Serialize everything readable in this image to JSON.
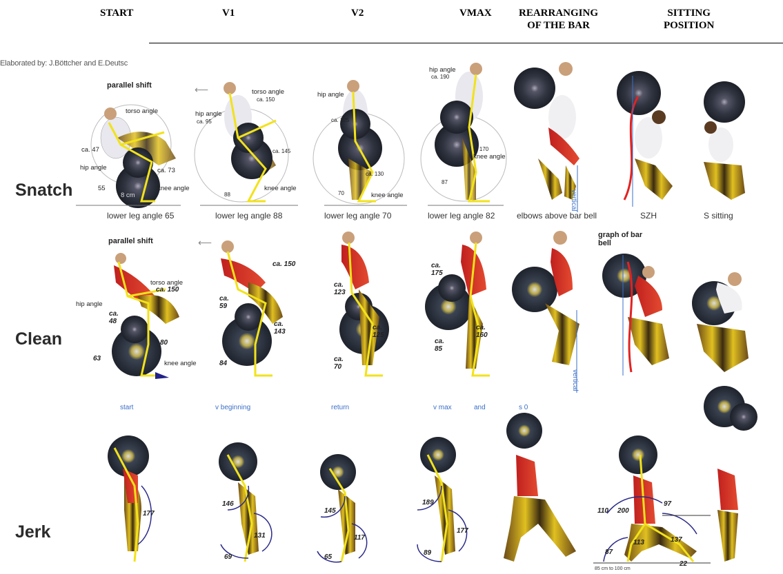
{
  "columns": [
    "START",
    "V1",
    "V2",
    "VMAX",
    "REARRANGING\nOF THE BAR",
    "SITTING\nPOSITION"
  ],
  "credit": "Elaborated by: J.Böttcher and E.Deutsc",
  "rows": {
    "snatch": "Snatch",
    "clean": "Clean",
    "jerk": "Jerk"
  },
  "snatch": {
    "parallel_shift": "parallel shift",
    "captions": [
      "lower leg angle 65",
      "lower leg angle 88",
      "lower leg angle 70",
      "lower leg angle 82",
      "elbows above bar bell",
      "SZH",
      "S sitting"
    ],
    "labels": {
      "torso_angle": "torso angle",
      "hip_angle": "hip angle",
      "knee_angle": "knee angle",
      "ca47": "ca. 47",
      "ca73": "ca. 73",
      "n55": "55",
      "weight": "8 cm",
      "ca150": "ca. 150",
      "ca95": "ca. 95",
      "ca145": "ca. 145",
      "n88": "88",
      "ca125": "ca. 125",
      "ca130": "ca. 130",
      "n70": "70",
      "ca190": "ca. 190",
      "gt170": "> 170",
      "n87": "87",
      "vertical": "vertical"
    }
  },
  "clean": {
    "parallel_shift": "parallel shift",
    "graph_of_bar": "graph of bar\nbell",
    "labels": {
      "torso_angle": "torso angle",
      "ca150a": "ca. 150",
      "hip_angle": "hip angle",
      "ca48": "ca.\n48",
      "n80": "80",
      "n63": "63",
      "knee_angle": "knee angle",
      "ca150b": "ca. 150",
      "ca59": "ca.\n59",
      "ca143": "ca.\n143",
      "n84": "84",
      "ca123": "ca.\n123",
      "ca125": "ca.\n125",
      "ca70": "ca.\n70",
      "ca175": "ca.\n175",
      "ca160": "ca.\n160",
      "ca85": "ca.\n85",
      "vertical": "vertical"
    }
  },
  "jerk": {
    "captions": [
      "start",
      "v beginning",
      "return",
      "v max",
      "and",
      "s 0"
    ],
    "labels": {
      "n177a": "177",
      "n146": "146",
      "n131": "131",
      "n69": "69",
      "n145": "145",
      "n117": "117",
      "n65": "65",
      "n189": "189",
      "n177b": "177",
      "n89": "89",
      "n110": "110",
      "n200": "200",
      "n97": "97",
      "n113": "113",
      "n137": "137",
      "n87": "87",
      "n22": "22",
      "distance": "85 cm to 100 cm"
    }
  },
  "colors": {
    "skeleton": "#f2e21a",
    "blue_text": "#3a6fc8",
    "red_path": "#e22222",
    "arc": "#2a2a8a"
  }
}
